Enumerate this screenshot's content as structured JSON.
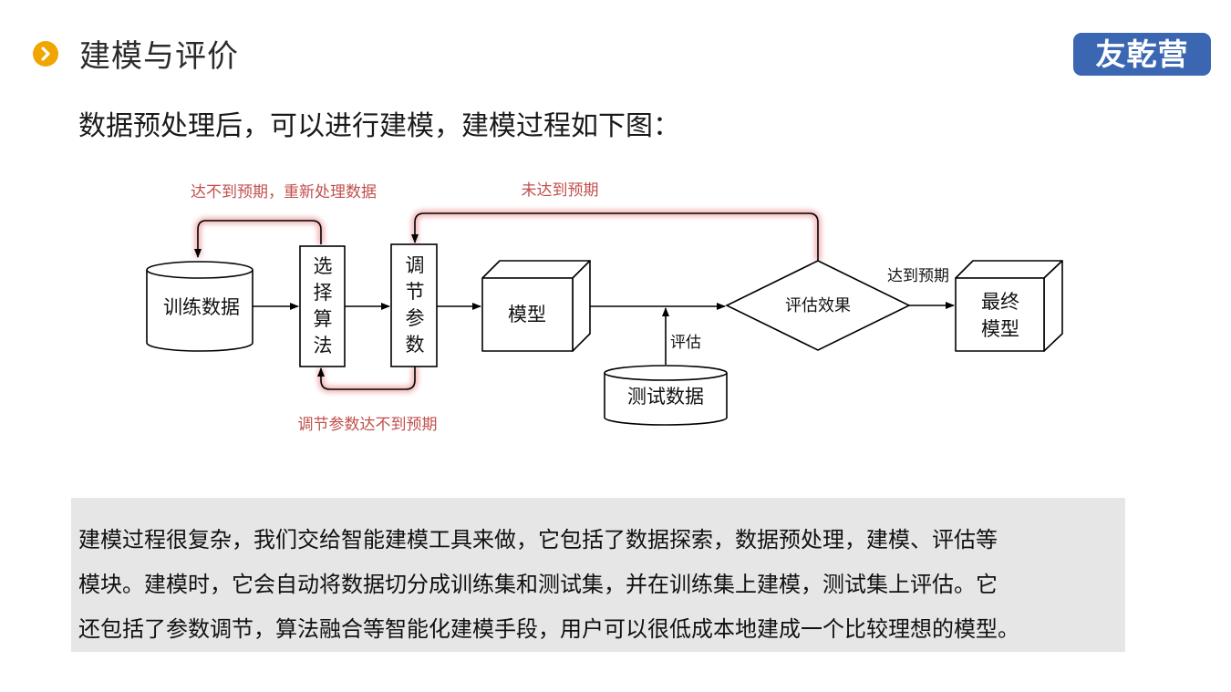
{
  "header": {
    "title": "建模与评价",
    "icon": "chevron-right-icon",
    "accent_color": "#f0a500"
  },
  "logo": {
    "text": "友乾营",
    "background": "#3b67b2"
  },
  "subtitle": "数据预处理后，可以进行建模，建模过程如下图：",
  "diagram": {
    "nodes": {
      "training_data": "训练数据",
      "select_algorithm": [
        "选",
        "择",
        "算",
        "法"
      ],
      "tune_params": [
        "调",
        "节",
        "参",
        "数"
      ],
      "model": "模型",
      "evaluate": "评估效果",
      "final_model": [
        "最终",
        "模型"
      ],
      "test_data": "测试数据"
    },
    "edge_labels": {
      "evaluate": "评估",
      "reached": "达到预期",
      "retry_preprocess": "达不到预期，重新处理数据",
      "not_reached": "未达到预期",
      "tune_retry": "调节参数达不到预期"
    },
    "colors": {
      "feedback_label": "#c0504d",
      "feedback_glow": "#e57373"
    }
  },
  "description": {
    "lines": [
      "建模过程很复杂，我们交给智能建模工具来做，它包括了数据探索，数据预处理，建模、评估等",
      "模块。建模时，它会自动将数据切分成训练集和测试集，并在训练集上建模，测试集上评估。它",
      "还包括了参数调节，算法融合等智能化建模手段，用户可以很低成本地建成一个比较理想的模型。"
    ]
  }
}
